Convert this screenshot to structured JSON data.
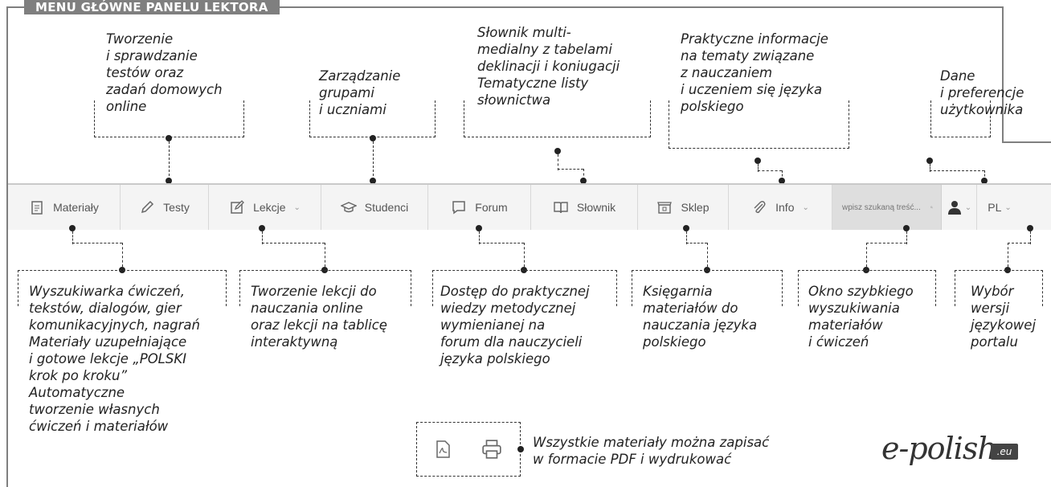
{
  "frame_title": "MENU GŁÓWNE PANELU LEKTORA",
  "nav": {
    "materialy": "Materiały",
    "testy": "Testy",
    "lekcje": "Lekcje",
    "studenci": "Studenci",
    "forum": "Forum",
    "slownik": "Słownik",
    "sklep": "Sklep",
    "info": "Info",
    "search_placeholder": "wpisz szukaną treść...",
    "lang": "PL"
  },
  "callouts_top": {
    "testy": "Tworzenie\ni sprawdzanie\ntestów oraz\nzadań domowych\nonline",
    "studenci": "Zarządzanie\ngrupami\ni uczniami",
    "slownik": "Słownik multi-\nmedialny z tabelami\ndeklinacji i koniugacji\nTematyczne listy\nsłownictwa",
    "info": "Praktyczne informacje\nna tematy związane\nz nauczaniem\ni uczeniem się języka\npolskiego",
    "user": "Dane\ni preferencje\nużytkownika"
  },
  "callouts_bottom": {
    "materialy": "Wyszukiwarka ćwiczeń,\ntekstów, dialogów, gier\nkomunikacyjnych, nagrań\nMateriały uzupełniające\ni gotowe lekcje „POLSKI\nkrok po kroku”\nAutomatyczne\ntworzenie własnych\nćwiczeń i materiałów",
    "lekcje": "Tworzenie lekcji do\nnauczania online\noraz lekcji na tablicę\ninteraktywną",
    "forum": "Dostęp do praktycznej\nwiedzy metodycznej\nwymienianej na\nforum dla nauczycieli\njęzyka polskiego",
    "sklep": "Księgarnia\nmateriałów do\nnauczania języka\npolskiego",
    "search": "Okno szybkiego\nwyszukiwania\nmateriałów\ni ćwiczeń",
    "lang": "Wybór\nwersji\njęzykowej\nportalu"
  },
  "pdf_note": "Wszystkie materiały można zapisać\nw formacie PDF i wydrukować",
  "logo": {
    "text": "e-polish",
    "badge": ".eu"
  },
  "colors": {
    "frame": "#7f7f7f",
    "navbar": "#f4f4f4",
    "search_bg": "#dedede"
  }
}
